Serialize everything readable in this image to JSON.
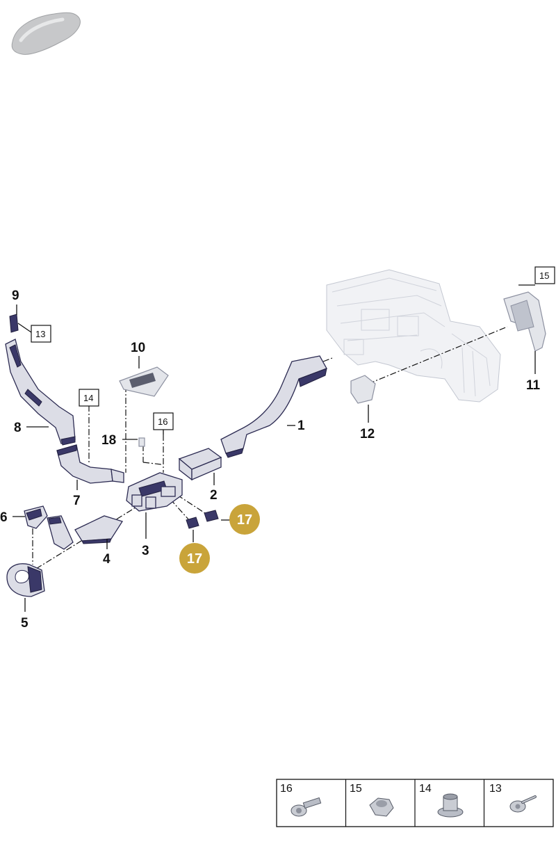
{
  "callouts": [
    {
      "id": "c1",
      "text": "1"
    },
    {
      "id": "c2",
      "text": "2"
    },
    {
      "id": "c3",
      "text": "3"
    },
    {
      "id": "c4",
      "text": "4"
    },
    {
      "id": "c5",
      "text": "5"
    },
    {
      "id": "c6",
      "text": "6"
    },
    {
      "id": "c7",
      "text": "7"
    },
    {
      "id": "c8",
      "text": "8"
    },
    {
      "id": "c9",
      "text": "9"
    },
    {
      "id": "c10",
      "text": "10"
    },
    {
      "id": "c11",
      "text": "11"
    },
    {
      "id": "c12",
      "text": "12"
    },
    {
      "id": "c18",
      "text": "18"
    }
  ],
  "boxed_refs": {
    "r13": "13",
    "r14": "14",
    "r15": "15",
    "r16": "16"
  },
  "highlighted": {
    "h17a": "17",
    "h17b": "17",
    "color": "#c9a43a"
  },
  "hardware_table": [
    "16",
    "15",
    "14",
    "13"
  ],
  "colors": {
    "duct": "#3a3868",
    "highlight": "#c9a43a",
    "line": "#111111"
  }
}
